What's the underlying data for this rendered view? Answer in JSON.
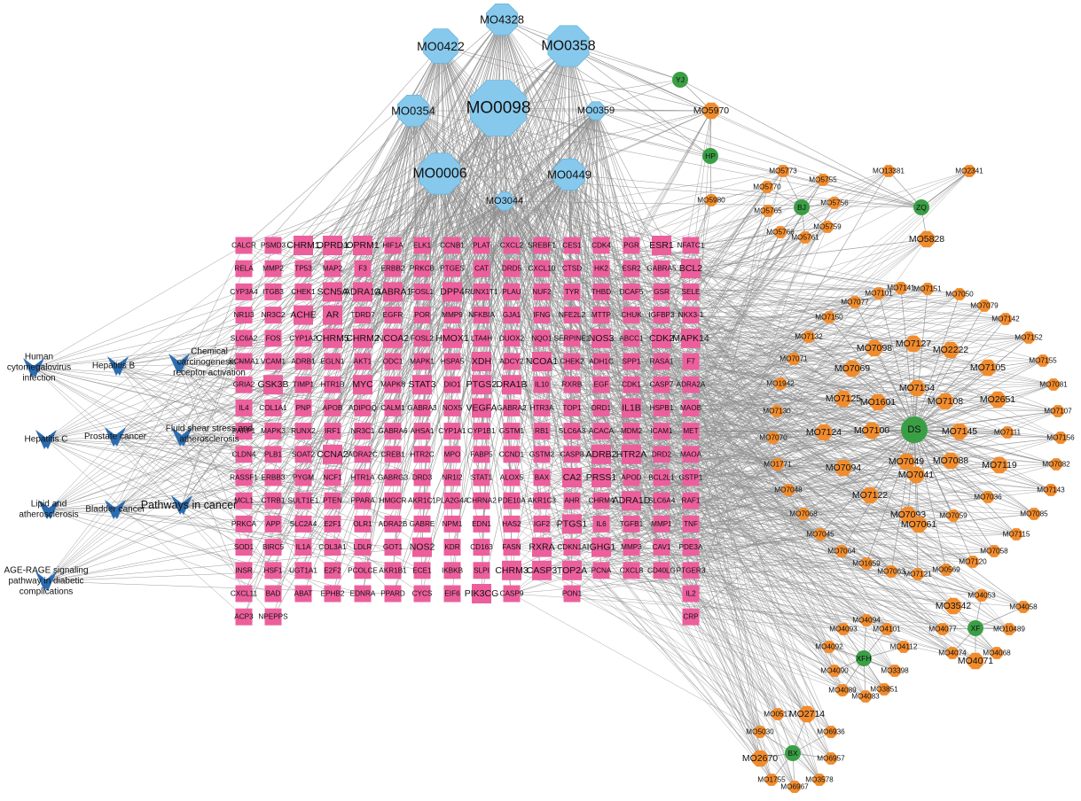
{
  "colors": {
    "edge": "#8c8c8c",
    "compound": "#87c9ec",
    "compound_stroke": "#69b4de",
    "target": "#ec5f9c",
    "herb": "#3a9e45",
    "herb_compound": "#f08c2e",
    "pathway": "#2b6cb0"
  },
  "compounds": [
    {
      "id": "MO4328",
      "size": 1
    },
    {
      "id": "MO0422",
      "size": 2
    },
    {
      "id": "MO0358",
      "size": 3
    },
    {
      "id": "MO0354",
      "size": 1
    },
    {
      "id": "MO0098",
      "size": 5
    },
    {
      "id": "MO0359",
      "size": 0
    },
    {
      "id": "MO0006",
      "size": 3
    },
    {
      "id": "MO0449",
      "size": 1
    },
    {
      "id": "MO3044",
      "size": 0
    }
  ],
  "herbs": [
    "YJ",
    "HP",
    "BJ",
    "ZQ",
    "DS",
    "XF",
    "XFH",
    "BX"
  ],
  "pathways": [
    {
      "id": "Human cytomegalovirus infection",
      "lines": [
        "Human",
        "cytomegalovirus",
        "infection"
      ]
    },
    {
      "id": "Hepatitis B",
      "lines": [
        "Hepatitis B"
      ]
    },
    {
      "id": "Chemical carcinogenesis - receptor activation",
      "lines": [
        "Chemical",
        "carcinogenesis -",
        "receptor activation"
      ]
    },
    {
      "id": "Hepatitis C",
      "lines": [
        "Hepatitis C"
      ]
    },
    {
      "id": "Prostate cancer",
      "lines": [
        "Prostate cancer"
      ]
    },
    {
      "id": "Fluid shear stress and atherosclerosis",
      "lines": [
        "Fluid shear stress and",
        "atherosclerosis"
      ]
    },
    {
      "id": "Lipid and atherosclerosis",
      "lines": [
        "Lipid and",
        "atherosclerosis"
      ]
    },
    {
      "id": "Bladder cancer",
      "lines": [
        "Bladder cancer"
      ]
    },
    {
      "id": "Pathways in cancer",
      "lines": [
        "Pathways in cancer"
      ]
    },
    {
      "id": "AGE-RAGE signaling pathway in diabetic complications",
      "lines": [
        "AGE-RAGE signaling",
        "pathway in diabetic",
        "complications"
      ]
    }
  ],
  "targets": [
    [
      "CALCR",
      "RELA",
      "CYP3A4",
      "NR1I3",
      "SLC6A2",
      "KCNMA1",
      "GRIA2",
      "IL4",
      "PARP1",
      "CLDN4",
      "RASSF1",
      "MCL1",
      "PRKCA",
      "SOD1",
      "INSR",
      "CXCL11",
      "ACP3"
    ],
    [
      "PSMD3",
      "MMP2",
      "ITGB3",
      "NR3C2",
      "FOS",
      "VCAM1",
      "GSK3B",
      "COL1A1",
      "MAPK3",
      "PLB1",
      "ERBB3",
      "CTRB1",
      "APP",
      "BIRC5",
      "HSF1",
      "BAD",
      "NPEPPS"
    ],
    [
      "CHRM1",
      "TP53",
      "CHEK1",
      "ACHE",
      "CYP1A2",
      "ADRB1",
      "TIMP1",
      "PNP",
      "RUNX2",
      "SOAT2",
      "PYGM",
      "SULT1E1",
      "SLC2A4",
      "IL1A",
      "UGT1A1",
      "ABAT"
    ],
    [
      "OPRD1",
      "MAP2",
      "SCN5A",
      "AR",
      "CHRM5",
      "EGLN1",
      "HTR1B",
      "APOB",
      "IRF1",
      "CCNA2",
      "NCF1",
      "PTEN",
      "E2F1",
      "COL3A1",
      "E2F2",
      "EPHB2"
    ],
    [
      "OPRM1",
      "F3",
      "ADRA1A",
      "TDRD7",
      "CHRM2",
      "AKT1",
      "MYC",
      "ADIPOQ",
      "NR3C1",
      "ADRA2C",
      "HTR1A",
      "PPARA",
      "OLR1",
      "LDLR",
      "PCOLCE",
      "EDNRA"
    ],
    [
      "HIF1A",
      "ERBB2",
      "GABRA1",
      "EGFR",
      "NCOA2",
      "ODC1",
      "MAPK8",
      "CALM1",
      "GABRA6",
      "CREB1",
      "GABRG3",
      "HMGCR",
      "ADRA2B",
      "GOT1",
      "AKR1B1",
      "PPARD"
    ],
    [
      "ELK1",
      "PRKCB",
      "FOSL1",
      "POR",
      "FOSL2",
      "MAPK1",
      "STAT3",
      "GABRA3",
      "AHSA1",
      "HTR2C",
      "DRD3",
      "AKR1C1",
      "GABRE",
      "NOS2",
      "ECE1",
      "CYCS"
    ],
    [
      "CCNB1",
      "PTGES",
      "DPP4",
      "MMP9",
      "HMOX1",
      "HSPA5",
      "DIO1",
      "NOX5",
      "CYP1A1",
      "MPO",
      "NR1I2",
      "PLA2G4A",
      "NPM1",
      "KDR",
      "IKBKB",
      "EIF6"
    ],
    [
      "PLAT",
      "CAT",
      "RUNX1T1",
      "NFKBIA",
      "LTA4H",
      "XDH",
      "PTGS2",
      "VEGFA",
      "CYP1B1",
      "FABP5",
      "STAT1",
      "CHRNA2",
      "EDN1",
      "CD163",
      "SLPI",
      "PIK3CG"
    ],
    [
      "CXCL2",
      "DRD5",
      "PLAU",
      "GJA1",
      "DUOX2",
      "ADCY2",
      "DRA1B",
      "GABRA2",
      "GSTM1",
      "CCND1",
      "ALOX5",
      "PDE10A",
      "HAS2",
      "FASN",
      "CHRM3",
      "CASP9"
    ],
    [
      "SREBF1",
      "CXCL10",
      "NUF2",
      "IFNG",
      "NQO1",
      "NCOA1",
      "IL10",
      "HTR3A",
      "RB1",
      "GSTM2",
      "BAX",
      "AKR1C3",
      "IGF2",
      "RXRA",
      "CASP3"
    ],
    [
      "CES1",
      "CTSD",
      "TYR",
      "NFE2L2",
      "SERPINE1",
      "CHEK2",
      "RXRB",
      "TOP1",
      "SLC6A3",
      "CASP8",
      "CA2",
      "AHR",
      "PTGS1",
      "CDKN1A",
      "TOP2A",
      "PON1"
    ],
    [
      "CDK4",
      "HK2",
      "THBD",
      "MTTP",
      "NOS3",
      "ADH1C",
      "EGF",
      "DRD1",
      "ACACA",
      "ADRB2",
      "PRSS1",
      "CHRM4",
      "IL6",
      "IGHG1",
      "PCNA"
    ],
    [
      "PGR",
      "ESR2",
      "DCAF5",
      "CHUK",
      "ABCC1",
      "SPP1",
      "CDK1",
      "IL1B",
      "MDM2",
      "HTR2A",
      "APOD",
      "ADRA1D",
      "TGFB1",
      "MMP3",
      "CXCL8"
    ],
    [
      "ESR1",
      "GABRA5",
      "GSR",
      "IGFBP3",
      "CDK2",
      "RASA1",
      "CASP7",
      "HSPB1",
      "ICAM1",
      "DRD2",
      "BCL2L1",
      "SLC6A4",
      "MMP1",
      "CAV1",
      "CD40LG"
    ],
    [
      "NFATC1",
      "BCL2",
      "SELE",
      "NKX3-1",
      "MAPK14",
      "F7",
      "ADRA2A",
      "MAOB",
      "MET",
      "MAOA",
      "GSTP1",
      "RAF1",
      "TNF",
      "PDE3A",
      "PTGER3",
      "IL2",
      "CRP"
    ]
  ],
  "herb_compounds": [
    "MO5970",
    "MO5980",
    "MO5773",
    "MO5755",
    "MO5770",
    "MO5756",
    "MO5765",
    "MO5759",
    "MO5766",
    "MO5761",
    "MO13381",
    "MO2341",
    "MO5828",
    "MO7141",
    "MO7151",
    "MO7101",
    "MO7050",
    "MO7077",
    "MO7079",
    "MO7150",
    "MO7142",
    "MO7132",
    "MO7152",
    "MO7071",
    "MO7098",
    "MO7127",
    "MO2222",
    "MO7069",
    "MO7105",
    "MO7155",
    "MO1942",
    "MO7154",
    "MO7081",
    "MO7125",
    "MO1601",
    "MO7108",
    "MO2651",
    "MO7130",
    "MO7107",
    "MO7124",
    "MO7100",
    "MO7145",
    "MO7111",
    "MO7070",
    "MO7156",
    "MO1771",
    "MO7094",
    "MO7049",
    "MO7088",
    "MO7119",
    "MO7082",
    "MO7041",
    "MO7048",
    "MO7122",
    "MO7036",
    "MO7143",
    "MO7068",
    "MO7093",
    "MO7059",
    "MO7085",
    "MO7045",
    "MO7061",
    "MO7115",
    "MO7064",
    "MO7058",
    "MO1659",
    "MO7063",
    "MO7121",
    "MO7120",
    "MO0569",
    "MO4053",
    "MO4058",
    "MO3542",
    "MO4094",
    "MO4093",
    "MO4101",
    "MO4077",
    "MO10489",
    "MO4092",
    "MO4112",
    "MO4074",
    "MO4068",
    "MO3398",
    "MO4090",
    "MO4071",
    "MO4089",
    "MO3851",
    "MO4083",
    "MO0517",
    "MO2714",
    "MO5030",
    "MO6936",
    "MO2670",
    "MO6957",
    "MO1755",
    "MO3578",
    "MO6967"
  ]
}
